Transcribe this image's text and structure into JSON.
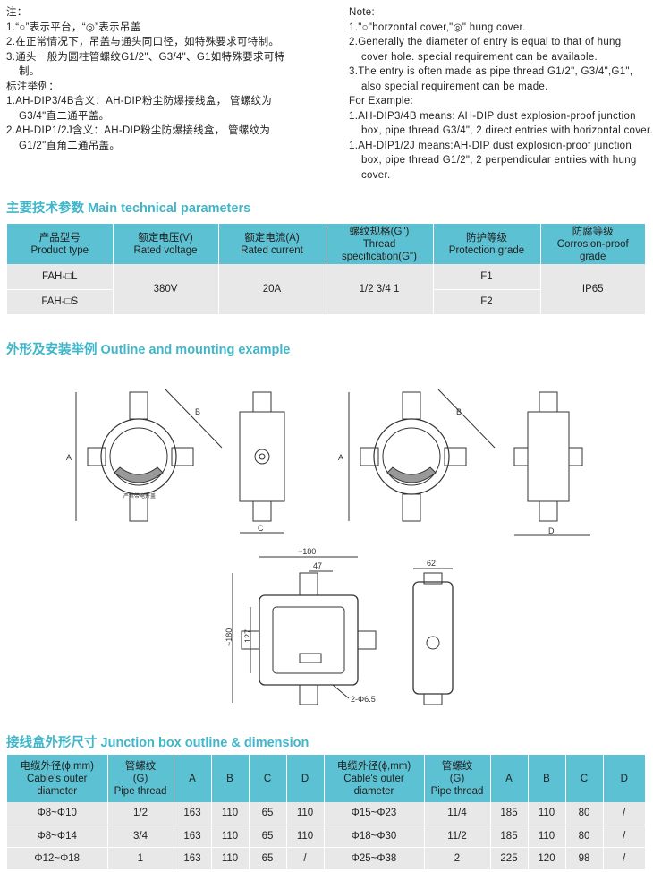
{
  "notes_cn": {
    "title": "注：",
    "items": [
      "1.“○”表示平台，“◎”表示吊盖",
      "2.在正常情况下，吊盖与通头同口径，如特殊要求可特制。",
      "3.通头一般为圆柱管螺纹G1/2\"、G3/4\"、G1如特殊要求可特",
      "制。"
    ],
    "example_title": "标注举例：",
    "examples": [
      "1.AH-DIP3/4B含义：AH-DIP粉尘防爆接线盒， 管螺纹为",
      "G3/4\"直二通平盖。",
      "2.AH-DIP1/2J含义：AH-DIP粉尘防爆接线盒， 管螺纹为",
      "G1/2\"直角二通吊盖。"
    ]
  },
  "notes_en": {
    "title": "Note:",
    "items": [
      "1.\"○\"horzontal cover,\"◎\" hung cover.",
      "2.Generally the diameter of entry is equal to that of hung",
      "cover hole. special requirement can be available.",
      "3.The entry is often made as pipe thread G1/2\", G3/4\",G1\",",
      "also special requirement can be made."
    ],
    "example_title": "For Example:",
    "examples": [
      "1.AH-DIP3/4B means: AH-DIP dust explosion-proof junction",
      "box, pipe thread G3/4\", 2 direct entries with horizontal cover.",
      "1.AH-DIP1/2J means:AH-DIP dust explosion-proof junction",
      "box, pipe thread G1/2\", 2 perpendicular entries with hung",
      "cover."
    ]
  },
  "params": {
    "title": "主要技术参数 Main technical parameters",
    "headers": [
      [
        "产品型号",
        "Product type"
      ],
      [
        "额定电压(V)",
        "Rated voltage"
      ],
      [
        "额定电流(A)",
        "Rated current"
      ],
      [
        "螺纹规格(G\")",
        "Thread",
        "specification(G\")"
      ],
      [
        "防护等级",
        "Protection grade"
      ],
      [
        "防腐等级",
        "Corrosion-proof",
        "grade"
      ]
    ],
    "types": [
      "FAH-□L",
      "FAH-□S"
    ],
    "voltage": "380V",
    "current": "20A",
    "thread": "1/2 3/4 1",
    "protection": [
      "F1",
      "F2"
    ],
    "corrosion": "IP65"
  },
  "outline": {
    "title": "外形及安装举例 Outline and mounting example",
    "labels": {
      "a": "A",
      "b": "B",
      "c": "C",
      "d": "D",
      "w180": "~180",
      "w47": "47",
      "w62": "62",
      "h127": "127",
      "h180": "~180",
      "holes": "2-Φ6.5"
    },
    "dial_text": "严禁带电开盖"
  },
  "dims": {
    "title": "接线盒外形尺寸 Junction box outline & dimension",
    "headers": [
      [
        "电缆外径(ϕ,mm)",
        "Cable's outer",
        "diameter"
      ],
      [
        "管螺纹",
        "(G)",
        "Pipe thread"
      ],
      "A",
      "B",
      "C",
      "D"
    ],
    "left": [
      [
        "Φ8~Φ10",
        "1/2",
        "163",
        "110",
        "65",
        "110"
      ],
      [
        "Φ8~Φ14",
        "3/4",
        "163",
        "110",
        "65",
        "110"
      ],
      [
        "Φ12~Φ18",
        "1",
        "163",
        "110",
        "65",
        "/"
      ]
    ],
    "right": [
      [
        "Φ15~Φ23",
        "11/4",
        "185",
        "110",
        "80",
        "/"
      ],
      [
        "Φ18~Φ30",
        "11/2",
        "185",
        "110",
        "80",
        "/"
      ],
      [
        "Φ25~Φ38",
        "2",
        "225",
        "120",
        "98",
        "/"
      ]
    ]
  },
  "colors": {
    "accent": "#3fb6c9",
    "header": "#5cc1d2",
    "row": "#e8e8e8"
  }
}
